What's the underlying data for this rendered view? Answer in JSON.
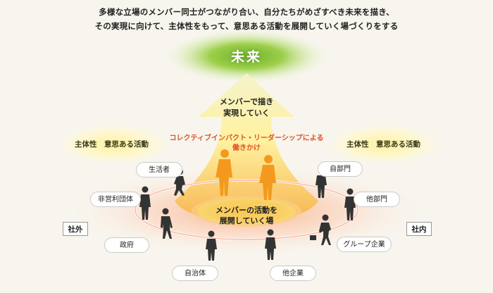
{
  "caption": {
    "line1": "多様な立場のメンバー同士がつながり合い、自分たちがめざすべき未来を描き、",
    "line2": "その実現に向けて、主体性をもって、意思ある活動を展開していく場づくりをする"
  },
  "future_label": "未来",
  "arrow_label": {
    "line1": "メンバーで描き",
    "line2": "実現していく"
  },
  "collective_label": {
    "line1": "コレクティブインパクト・リーダーシップによる",
    "line2": "働きかけ"
  },
  "place_label": {
    "line1": "メンバーの活動を",
    "line2": "展開していく場"
  },
  "glow_left": "主体性　意思ある活動",
  "glow_right": "主体性　意思ある活動",
  "stakeholders": {
    "seikatsusha": "生活者",
    "hieiri": "非営利団体",
    "seifu": "政府",
    "jichitai": "自治体",
    "takigyo": "他企業",
    "group": "グループ企業",
    "tabumon": "他部門",
    "jibumon": "自部門"
  },
  "side_left": "社外",
  "side_right": "社内",
  "colors": {
    "accent_orange": "#e0542a",
    "future_green": "#8cc63f",
    "arrow_yellow": "#fff3a6",
    "ring_red": "#f26a4b",
    "figure_dark": "#333333",
    "figure_orange": "#f39a1e"
  }
}
